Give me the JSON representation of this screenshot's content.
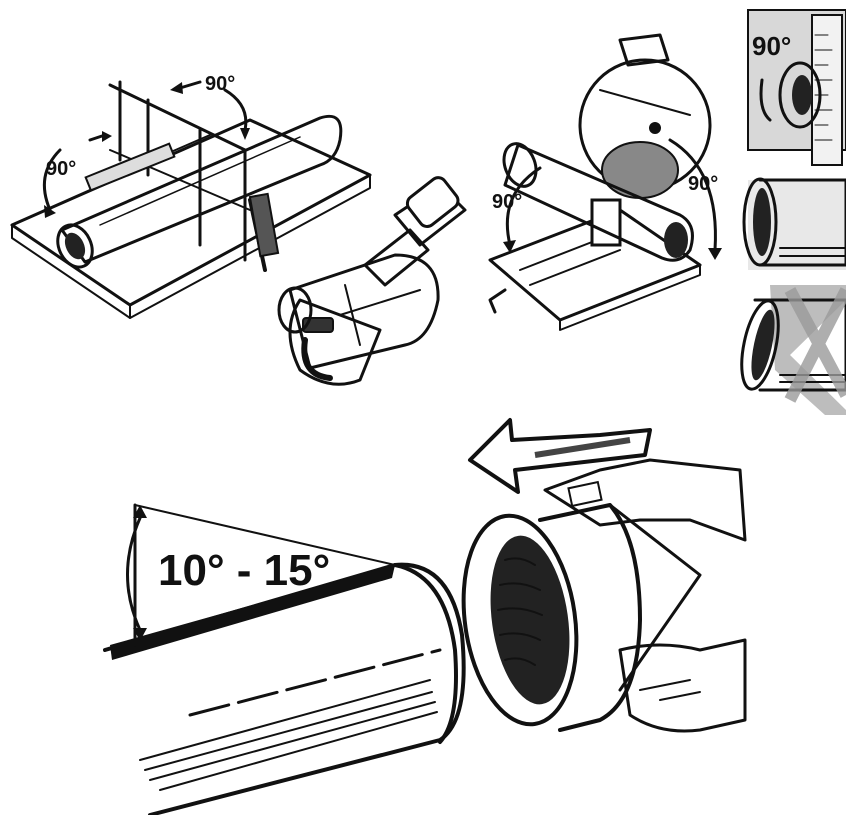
{
  "panel_saw_guide": {
    "angle_label_left": "90°",
    "angle_label_top": "90°"
  },
  "panel_pipe_cutter": {},
  "panel_chop_saw": {
    "angle_label_left": "90°",
    "angle_label_right": "90°"
  },
  "panel_square_check": {
    "angle_label": "90°"
  },
  "panel_chamfer": {
    "angle_label": "10° - 15°"
  }
}
